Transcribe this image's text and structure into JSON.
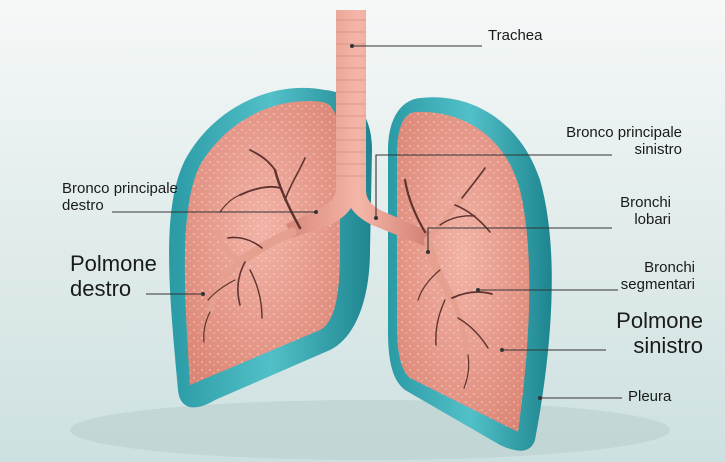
{
  "labels": {
    "trachea": "Trachea",
    "bronco_sinistro_line1": "Bronco principale",
    "bronco_sinistro_line2": "sinistro",
    "bronco_destro_line1": "Bronco principale",
    "bronco_destro_line2": "destro",
    "bronchi_lobari_line1": "Bronchi",
    "bronchi_lobari_line2": "lobari",
    "polmone_destro_line1": "Polmone",
    "polmone_destro_line2": "destro",
    "bronchi_segmentari_line1": "Bronchi",
    "bronchi_segmentari_line2": "segmentari",
    "polmone_sinistro_line1": "Polmone",
    "polmone_sinistro_line2": "sinistro",
    "pleura": "Pleura"
  },
  "colors": {
    "background_top": "#f3f7f6",
    "background_bottom": "#cfe2e2",
    "pleura": "#3fb3bd",
    "pleura_dark": "#1f8993",
    "lung_tissue": "#e8968a",
    "lung_tissue_light": "#f6c3b8",
    "airway": "#e6a08f",
    "bronchiole": "#6b3a34",
    "leader_line": "#333333"
  }
}
